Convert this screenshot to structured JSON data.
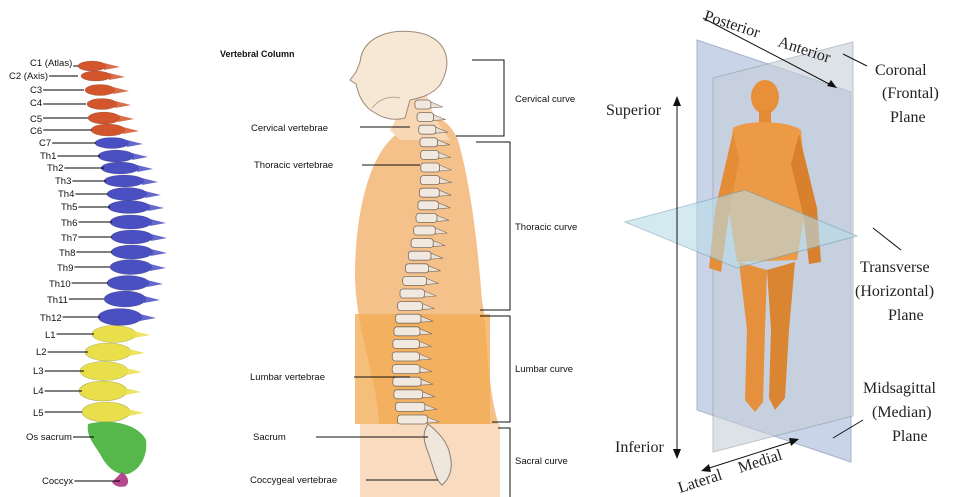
{
  "spine_labels": {
    "c1": "C1 (Atlas)",
    "c2": "C2 (Axis)",
    "c3": "C3",
    "c4": "C4",
    "c5": "C5",
    "c6": "C6",
    "c7": "C7",
    "th1": "Th1",
    "th2": "Th2",
    "th3": "Th3",
    "th4": "Th4",
    "th5": "Th5",
    "th6": "Th6",
    "th7": "Th7",
    "th8": "Th8",
    "th9": "Th9",
    "th10": "Th10",
    "th11": "Th11",
    "th12": "Th12",
    "l1": "L1",
    "l2": "L2",
    "l3": "L3",
    "l4": "L4",
    "l5": "L5",
    "sacrum": "Os sacrum",
    "coccyx": "Coccyx"
  },
  "segment_colors": {
    "cervical": "#d2552c",
    "thoracic": "#4a4fc2",
    "lumbar": "#e8df4a",
    "sacrum": "#56b84a",
    "coccyx": "#b4498f"
  },
  "vertebral": {
    "title": "Vertebral Column",
    "left_labels": {
      "cervical": "Cervical vertebrae",
      "thoracic": "Thoracic vertebrae",
      "lumbar": "Lumbar vertebrae",
      "sacrum": "Sacrum",
      "coccygeal": "Coccygeal vertebrae"
    },
    "curves": {
      "cervical": "Cervical curve",
      "thoracic": "Thoracic curve",
      "lumbar": "Lumbar curve",
      "sacral": "Sacral curve"
    }
  },
  "planes": {
    "superior": "Superior",
    "inferior": "Inferior",
    "posterior": "Posterior",
    "anterior": "Anterior",
    "lateral": "Lateral",
    "medial": "Medial",
    "coronal": [
      "Coronal",
      "(Frontal)",
      "Plane"
    ],
    "transverse": [
      "Transverse",
      "(Horizontal)",
      "Plane"
    ],
    "midsagittal": [
      "Midsagittal",
      "(Median)",
      "Plane"
    ]
  }
}
